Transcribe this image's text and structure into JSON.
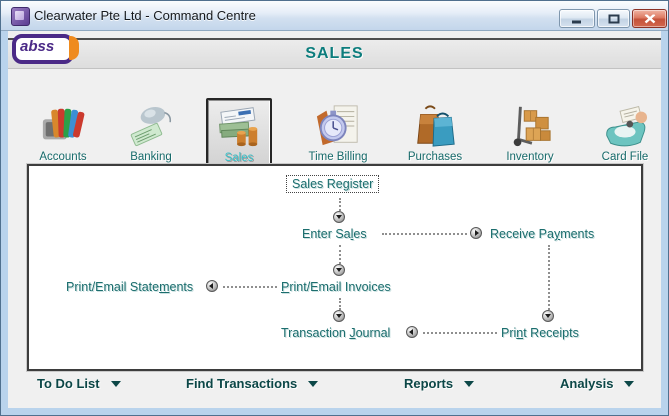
{
  "window": {
    "title": "Clearwater Pte Ltd - Command Centre",
    "controls": {
      "minimize": "minimize",
      "maximize": "maximize",
      "close": "close"
    }
  },
  "header": {
    "logo": "abss",
    "title": "SALES"
  },
  "modules": [
    {
      "label": "Accounts",
      "selected": false
    },
    {
      "label": "Banking",
      "selected": false
    },
    {
      "label": "Sales",
      "selected": true
    },
    {
      "label": "Time Billing",
      "selected": false
    },
    {
      "label": "Purchases",
      "selected": false
    },
    {
      "label": "Inventory",
      "selected": false
    },
    {
      "label": "Card File",
      "selected": false
    }
  ],
  "flowchart": {
    "sales_register": {
      "pre": "Sales Re",
      "key": "g",
      "post": "ister"
    },
    "enter_sales": {
      "pre": "Enter Sa",
      "key": "l",
      "post": "es"
    },
    "receive_payments": {
      "pre": "Receive Pa",
      "key": "y",
      "post": "ments"
    },
    "print_email_statements": {
      "pre": "Print/Email State",
      "key": "m",
      "post": "ents"
    },
    "print_email_invoices": {
      "pre": "",
      "key": "P",
      "post": "rint/Email Invoices"
    },
    "transaction_journal": {
      "pre": "Transaction ",
      "key": "J",
      "post": "ournal"
    },
    "print_receipts": {
      "pre": "Pri",
      "key": "n",
      "post": "t Receipts"
    }
  },
  "footer": {
    "items": [
      {
        "label": "To Do List"
      },
      {
        "label": "Find Transactions"
      },
      {
        "label": "Reports"
      },
      {
        "label": "Analysis"
      }
    ]
  },
  "colors": {
    "accent_teal": "#0c7d7d",
    "label_teal": "#166a6a",
    "selected_label": "#39c2ca",
    "logo_purple": "#4b2a87",
    "logo_orange": "#ef8b1f",
    "close_red": "#c4523a"
  }
}
